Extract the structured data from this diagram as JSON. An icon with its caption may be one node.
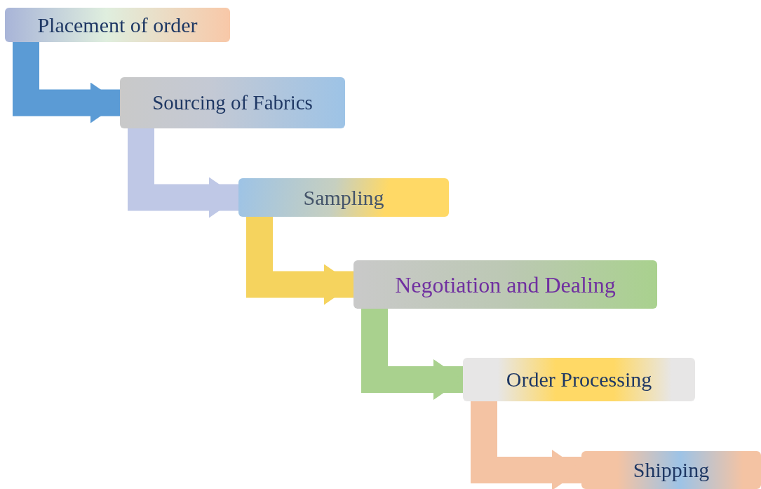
{
  "diagram": {
    "nodes": [
      {
        "text": [
          "Placement of order"
        ]
      },
      {
        "text": [
          "Sourcing of Fabrics"
        ]
      },
      {
        "text": [
          "Sampling"
        ]
      },
      {
        "text": [
          "Negotiation and Dealing"
        ]
      },
      {
        "text": [
          "Order Processing"
        ]
      },
      {
        "text": [
          "Shipping"
        ]
      }
    ],
    "edges": [
      {
        "from": 0,
        "to": 1,
        "arrow": "to",
        "color": "#5b9bd5"
      },
      {
        "from": 1,
        "to": 2,
        "arrow": "to",
        "color": "#bfc8e6"
      },
      {
        "from": 2,
        "to": 3,
        "arrow": "to",
        "color": "#f5d35e"
      },
      {
        "from": 3,
        "to": 4,
        "arrow": "to",
        "color": "#a9d18e"
      },
      {
        "from": 4,
        "to": 5,
        "arrow": "to",
        "color": "#f4c3a3"
      }
    ]
  }
}
